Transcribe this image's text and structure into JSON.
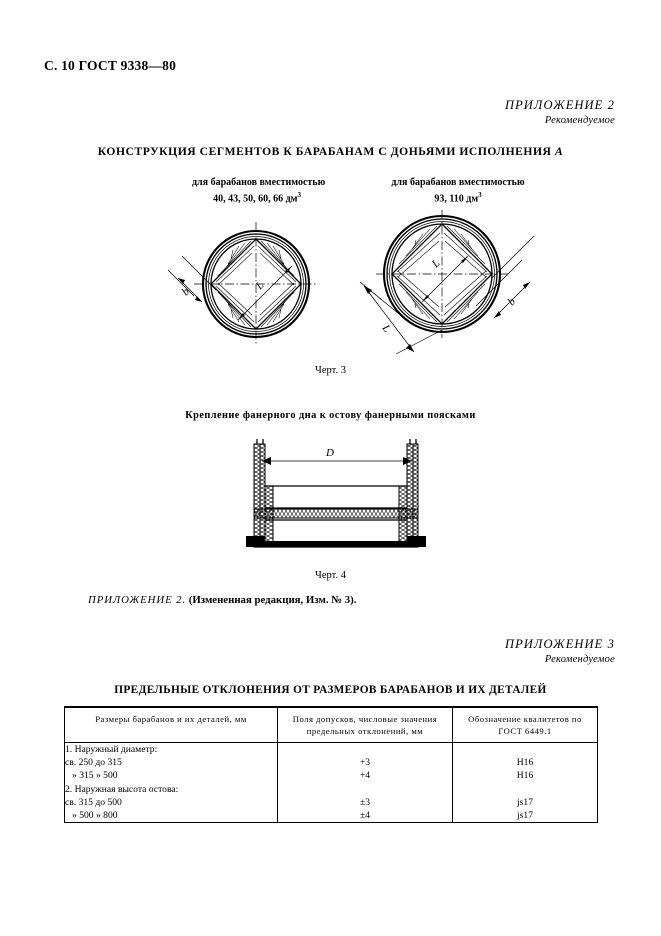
{
  "page": {
    "header": "С. 10 ГОСТ 9338—80"
  },
  "appendix2": {
    "title": "ПРИЛОЖЕНИЕ  2",
    "subtitle": "Рекомендуемое"
  },
  "appendix3": {
    "title": "ПРИЛОЖЕНИЕ 3",
    "subtitle": "Рекомендуемое"
  },
  "figure3": {
    "title_main": "КОНСТРУКЦИЯ СЕГМЕНТОВ К БАРАБАНАМ С  ДОНЬЯМИ  ИСПОЛНЕНИЯ ",
    "title_italic_suffix": "А",
    "left": {
      "caption_line1": "для барабанов вместимостью",
      "caption_line2": "40, 43, 50, 60, 66 дм",
      "caption_unit_sup": "3",
      "dim_b": "b",
      "dim_L": "L"
    },
    "right": {
      "caption_line1": "для барабанов вместимостью",
      "caption_line2": "93, 110 дм",
      "caption_unit_sup": "3",
      "dim_b": "b",
      "dim_L_inner": "L",
      "dim_L_outer": "L"
    },
    "caption": "Черт. 3"
  },
  "figure4": {
    "title": "Крепление фанерного дна к остову фанерными поясками",
    "dim_D": "D",
    "caption": "Черт. 4"
  },
  "revision": {
    "italic": "ПРИЛОЖЕНИЕ  2.",
    "bold": " (Измененная редакция, Изм. № 3)."
  },
  "table": {
    "title": "ПРЕДЕЛЬНЫЕ ОТКЛОНЕНИЯ ОТ РАЗМЕРОВ БАРАБАНОВ И ИХ ДЕТАЛЕЙ",
    "headers": {
      "col1": "Размеры барабанов и их деталей, мм",
      "col2_line1": "Поля допусков, числовые значения",
      "col2_line2": "предельных отклонений, мм",
      "col3_line1": "Обозначение квалитетов по",
      "col3_line2": "ГОСТ   6449.1"
    },
    "rows": [
      {
        "name": "1. Наружный диаметр:",
        "tolerance": "",
        "qualitet": ""
      },
      {
        "name": "св. 250 до 315",
        "tolerance": "+3",
        "qualitet": "Н16"
      },
      {
        "name": "» 315 » 500",
        "tolerance": "+4",
        "qualitet": "Н16"
      },
      {
        "name": "2. Наружная высота остова:",
        "tolerance": "",
        "qualitet": ""
      },
      {
        "name": "св. 315 до 500",
        "tolerance": "±3",
        "qualitet": "js17"
      },
      {
        "name": "» 500 » 800",
        "tolerance": "±4",
        "qualitet": "js17"
      }
    ]
  }
}
